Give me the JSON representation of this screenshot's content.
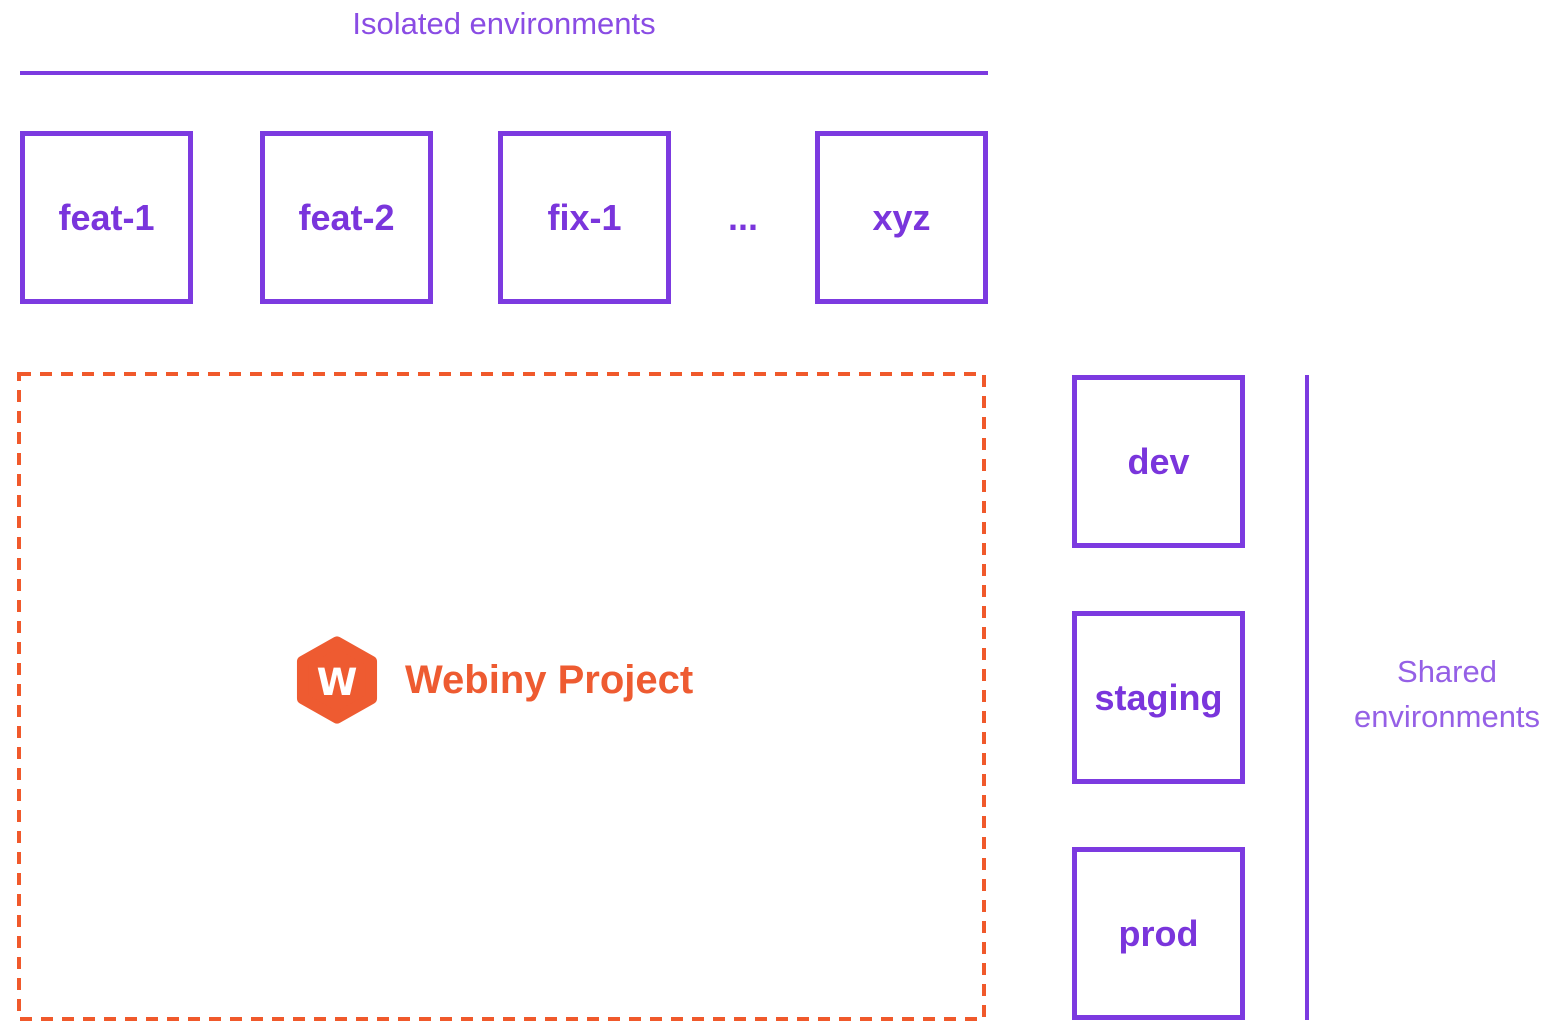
{
  "colors": {
    "purple_border": "#7c3ae0",
    "purple_label": "#7a35dc",
    "purple_title": "#8a4ce4",
    "purple_title_light": "#9560e6",
    "orange": "#ee5b31",
    "orange_dash": "#f0592b",
    "white": "#ffffff"
  },
  "isolated_section": {
    "title": "Isolated environments",
    "environments": [
      {
        "label": "feat-1"
      },
      {
        "label": "feat-2"
      },
      {
        "label": "fix-1"
      },
      {
        "label": "xyz"
      }
    ],
    "ellipsis": "..."
  },
  "project": {
    "name": "Webiny Project",
    "logo_icon": "webiny-hexagon",
    "logo_letter": "W"
  },
  "shared_section": {
    "title": "Shared environments",
    "environments": [
      {
        "label": "dev"
      },
      {
        "label": "staging"
      },
      {
        "label": "prod"
      }
    ]
  }
}
